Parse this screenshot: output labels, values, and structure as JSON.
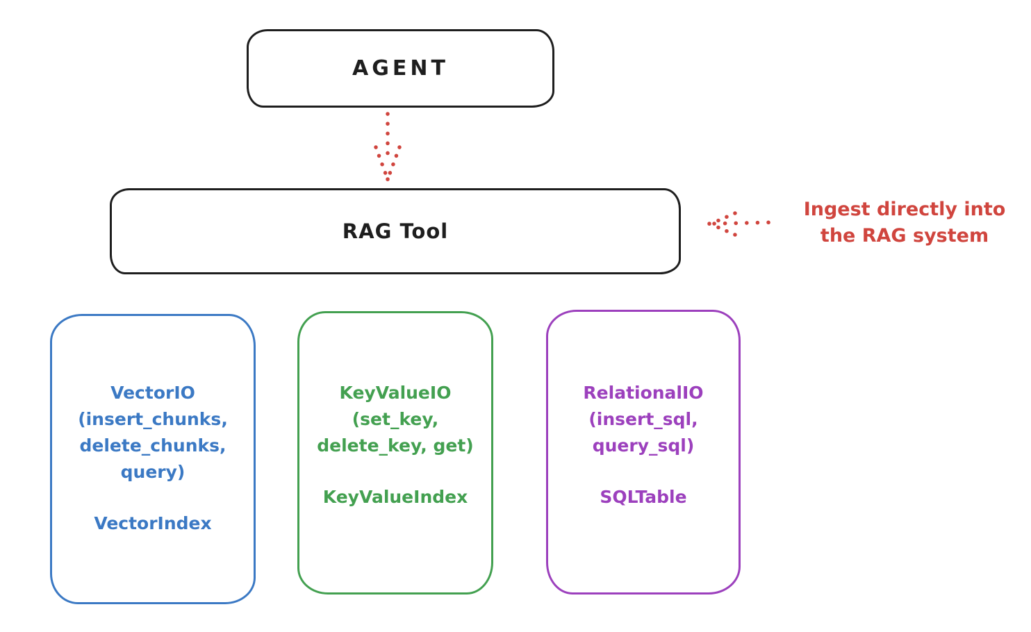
{
  "agent": {
    "label": "AGENT"
  },
  "rag_tool": {
    "label": "RAG Tool"
  },
  "ingest_note": {
    "line1": "Ingest directly into",
    "line2": "the RAG system"
  },
  "vector_box": {
    "title": "VectorIO",
    "params": [
      "(insert_chunks,",
      "delete_chunks,",
      "query)"
    ],
    "index": "VectorIndex"
  },
  "keyvalue_box": {
    "title": "KeyValueIO",
    "params": [
      "(set_key,",
      "delete_key, get)"
    ],
    "index": "KeyValueIndex"
  },
  "relational_box": {
    "title": "RelationalIO",
    "params": [
      "(insert_sql,",
      "query_sql)"
    ],
    "index": "SQLTable"
  },
  "colors": {
    "stroke_black": "#1e1e1e",
    "red": "#d0453e",
    "blue": "#3b79c4",
    "green": "#43a050",
    "purple": "#9c40bd",
    "background": "#ffffff"
  }
}
